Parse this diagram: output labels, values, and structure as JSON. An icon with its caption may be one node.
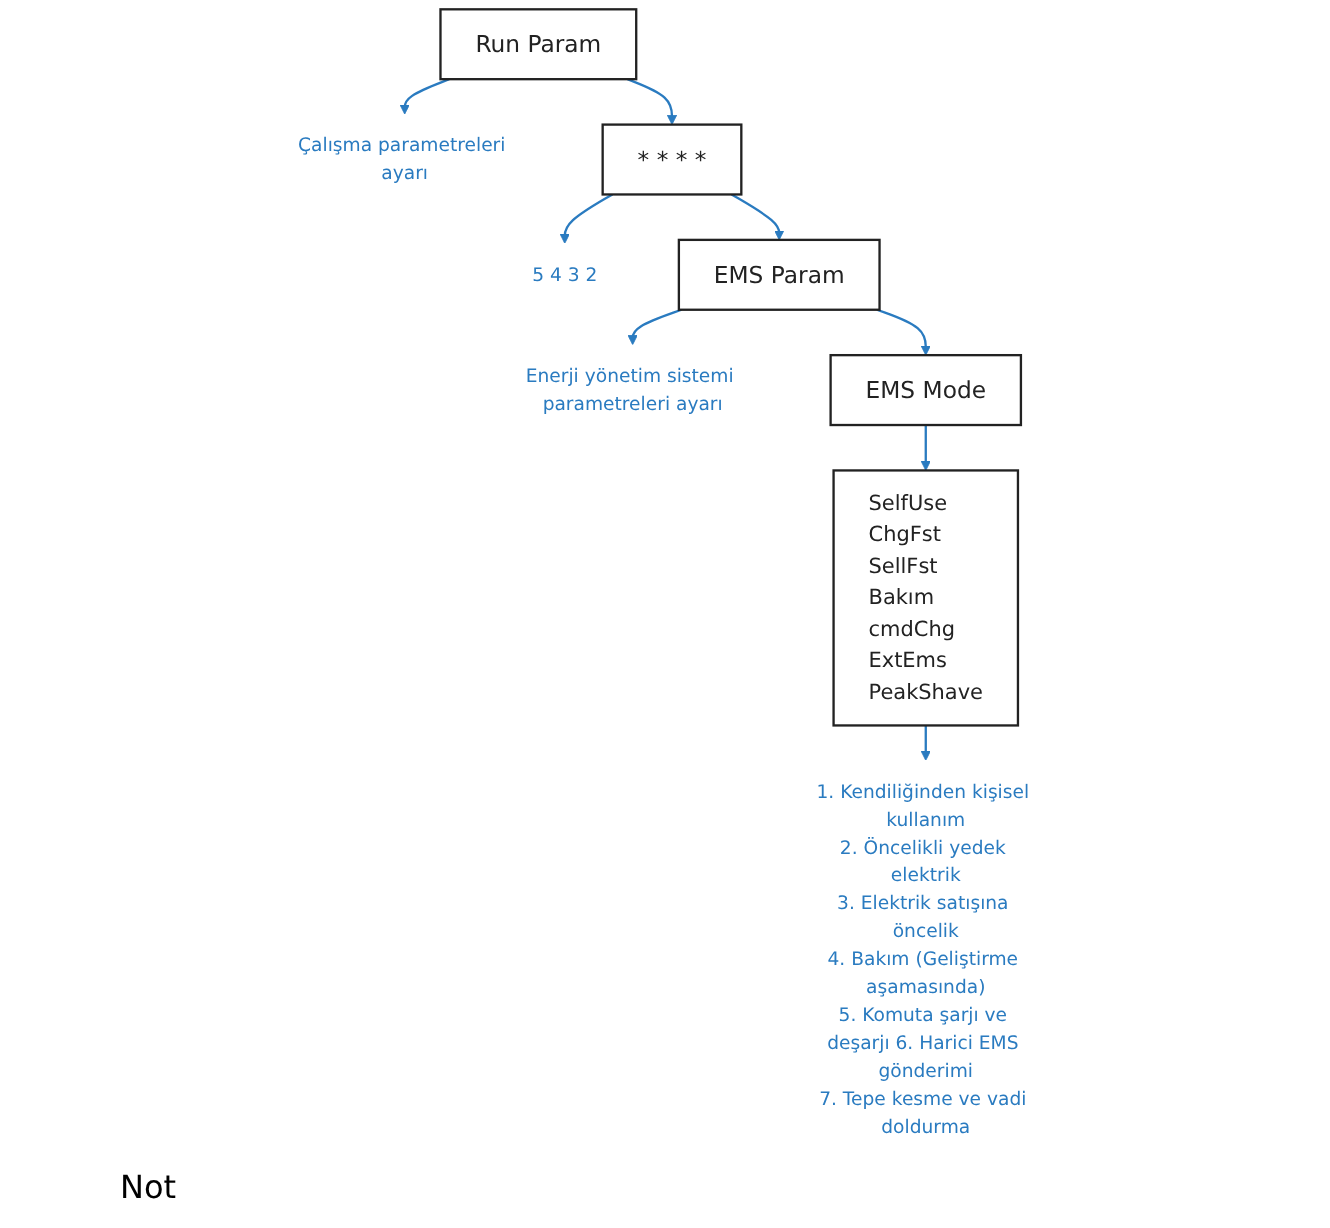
{
  "diagram": {
    "nodes": [
      {
        "text": [
          "Run Param"
        ]
      },
      {
        "text": [
          "Çalışma parametreleri ayarı"
        ]
      },
      {
        "text": [
          "* * * *"
        ]
      },
      {
        "text": [
          "5 4 3 2"
        ]
      },
      {
        "text": [
          "EMS Param"
        ]
      },
      {
        "text": [
          "Enerji yönetim sistemi parametreleri ayarı"
        ]
      },
      {
        "text": [
          "EMS Mode"
        ]
      },
      {
        "text": [
          "SelfUse",
          "ChgFst",
          "SellFst",
          "Bakım",
          "cmdChg",
          "ExtEms",
          "PeakShave"
        ]
      },
      {
        "text": [
          "1. Kendiliğinden kişisel kullanım",
          "2. Öncelikli yedek elektrik",
          "3. Elektrik satışına öncelik",
          "4. Bakım (Geliştirme aşamasında)",
          "5. Komuta şarjı ve deşarjı 6. Harici EMS gönderimi",
          "7. Tepe kesme ve vadi doldurma"
        ]
      }
    ],
    "edges": [
      {
        "from": 0,
        "to": 1,
        "arrow": "to"
      },
      {
        "from": 0,
        "to": 2,
        "arrow": "to"
      },
      {
        "from": 2,
        "to": 3,
        "arrow": "to"
      },
      {
        "from": 2,
        "to": 4,
        "arrow": "to"
      },
      {
        "from": 4,
        "to": 5,
        "arrow": "to"
      },
      {
        "from": 4,
        "to": 6,
        "arrow": "to"
      },
      {
        "from": 6,
        "to": 7,
        "arrow": "to"
      },
      {
        "from": 7,
        "to": 8,
        "arrow": "to"
      }
    ],
    "labels": [
      "Not"
    ]
  }
}
